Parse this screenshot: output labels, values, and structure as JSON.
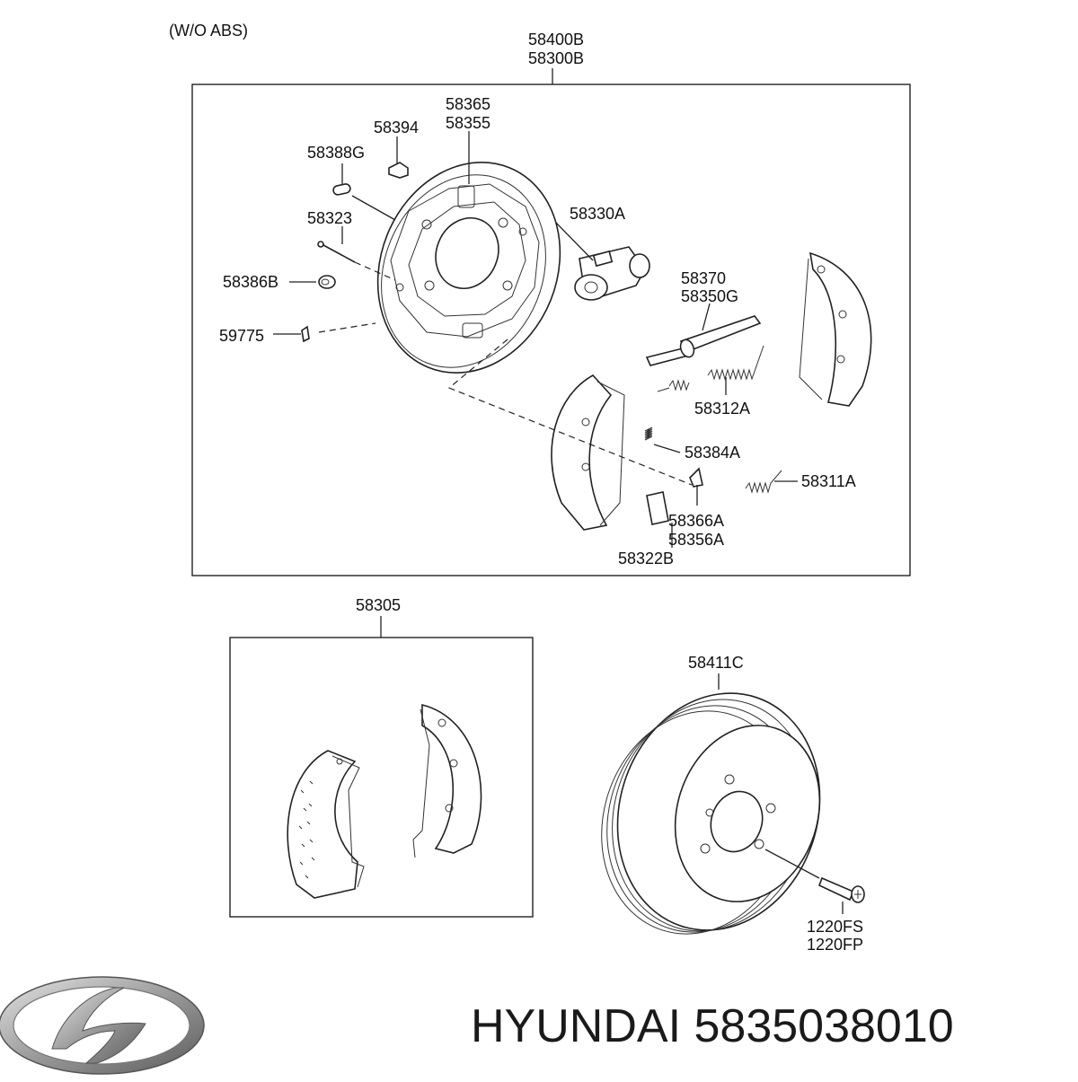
{
  "header_note": "(W/O ABS)",
  "assembly": {
    "code_line1": "58400B",
    "code_line2": "58300B"
  },
  "callouts": {
    "c58365": "58365",
    "c58355": "58355",
    "c58394": "58394",
    "c58388G": "58388G",
    "c58323": "58323",
    "c58386B": "58386B",
    "c59775": "59775",
    "c58330A": "58330A",
    "c58370": "58370",
    "c58350G": "58350G",
    "c58312A": "58312A",
    "c58384A": "58384A",
    "c58311A": "58311A",
    "c58366A": "58366A",
    "c58356A": "58356A",
    "c58322B": "58322B"
  },
  "shoe_kit": {
    "code": "58305"
  },
  "drum": {
    "code": "58411C",
    "screw_line1": "1220FS",
    "screw_line2": "1220FP"
  },
  "footer": {
    "brand_text": "HYUNDAI 5835038010"
  }
}
